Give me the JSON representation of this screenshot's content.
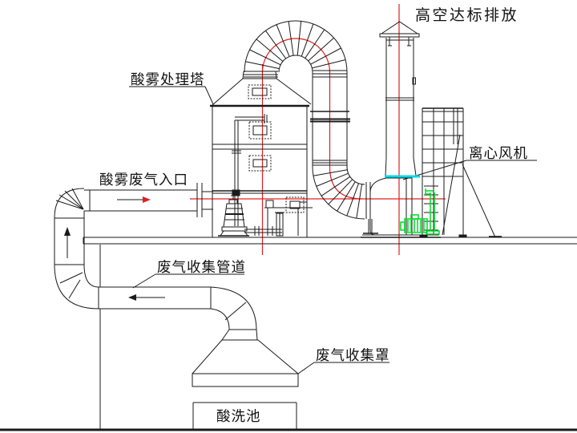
{
  "diagram": {
    "type": "engineering-schematic",
    "subject": "acid mist waste gas treatment system elevation drawing",
    "labels": {
      "emission": "高空达标排放",
      "tower": "酸雾处理塔",
      "fan": "离心风机",
      "inlet": "酸雾废气入口",
      "collection_pipe": "废气收集管道",
      "collection_hood": "废气收集罩",
      "pickling_tank": "酸洗池"
    },
    "flow_arrows": [
      {
        "name": "inlet-flow",
        "direction": "right",
        "location": "upper horizontal inlet duct"
      },
      {
        "name": "riser-flow",
        "direction": "up",
        "location": "left vertical duct"
      },
      {
        "name": "collection-flow",
        "direction": "left",
        "location": "lower collection duct"
      }
    ],
    "colors": {
      "line": "#1a1a1a",
      "centerline_red": "#e02020",
      "flex_joint_cyan": "#00d9e8",
      "motor_green": "#00d926",
      "background": "#ffffff"
    }
  }
}
